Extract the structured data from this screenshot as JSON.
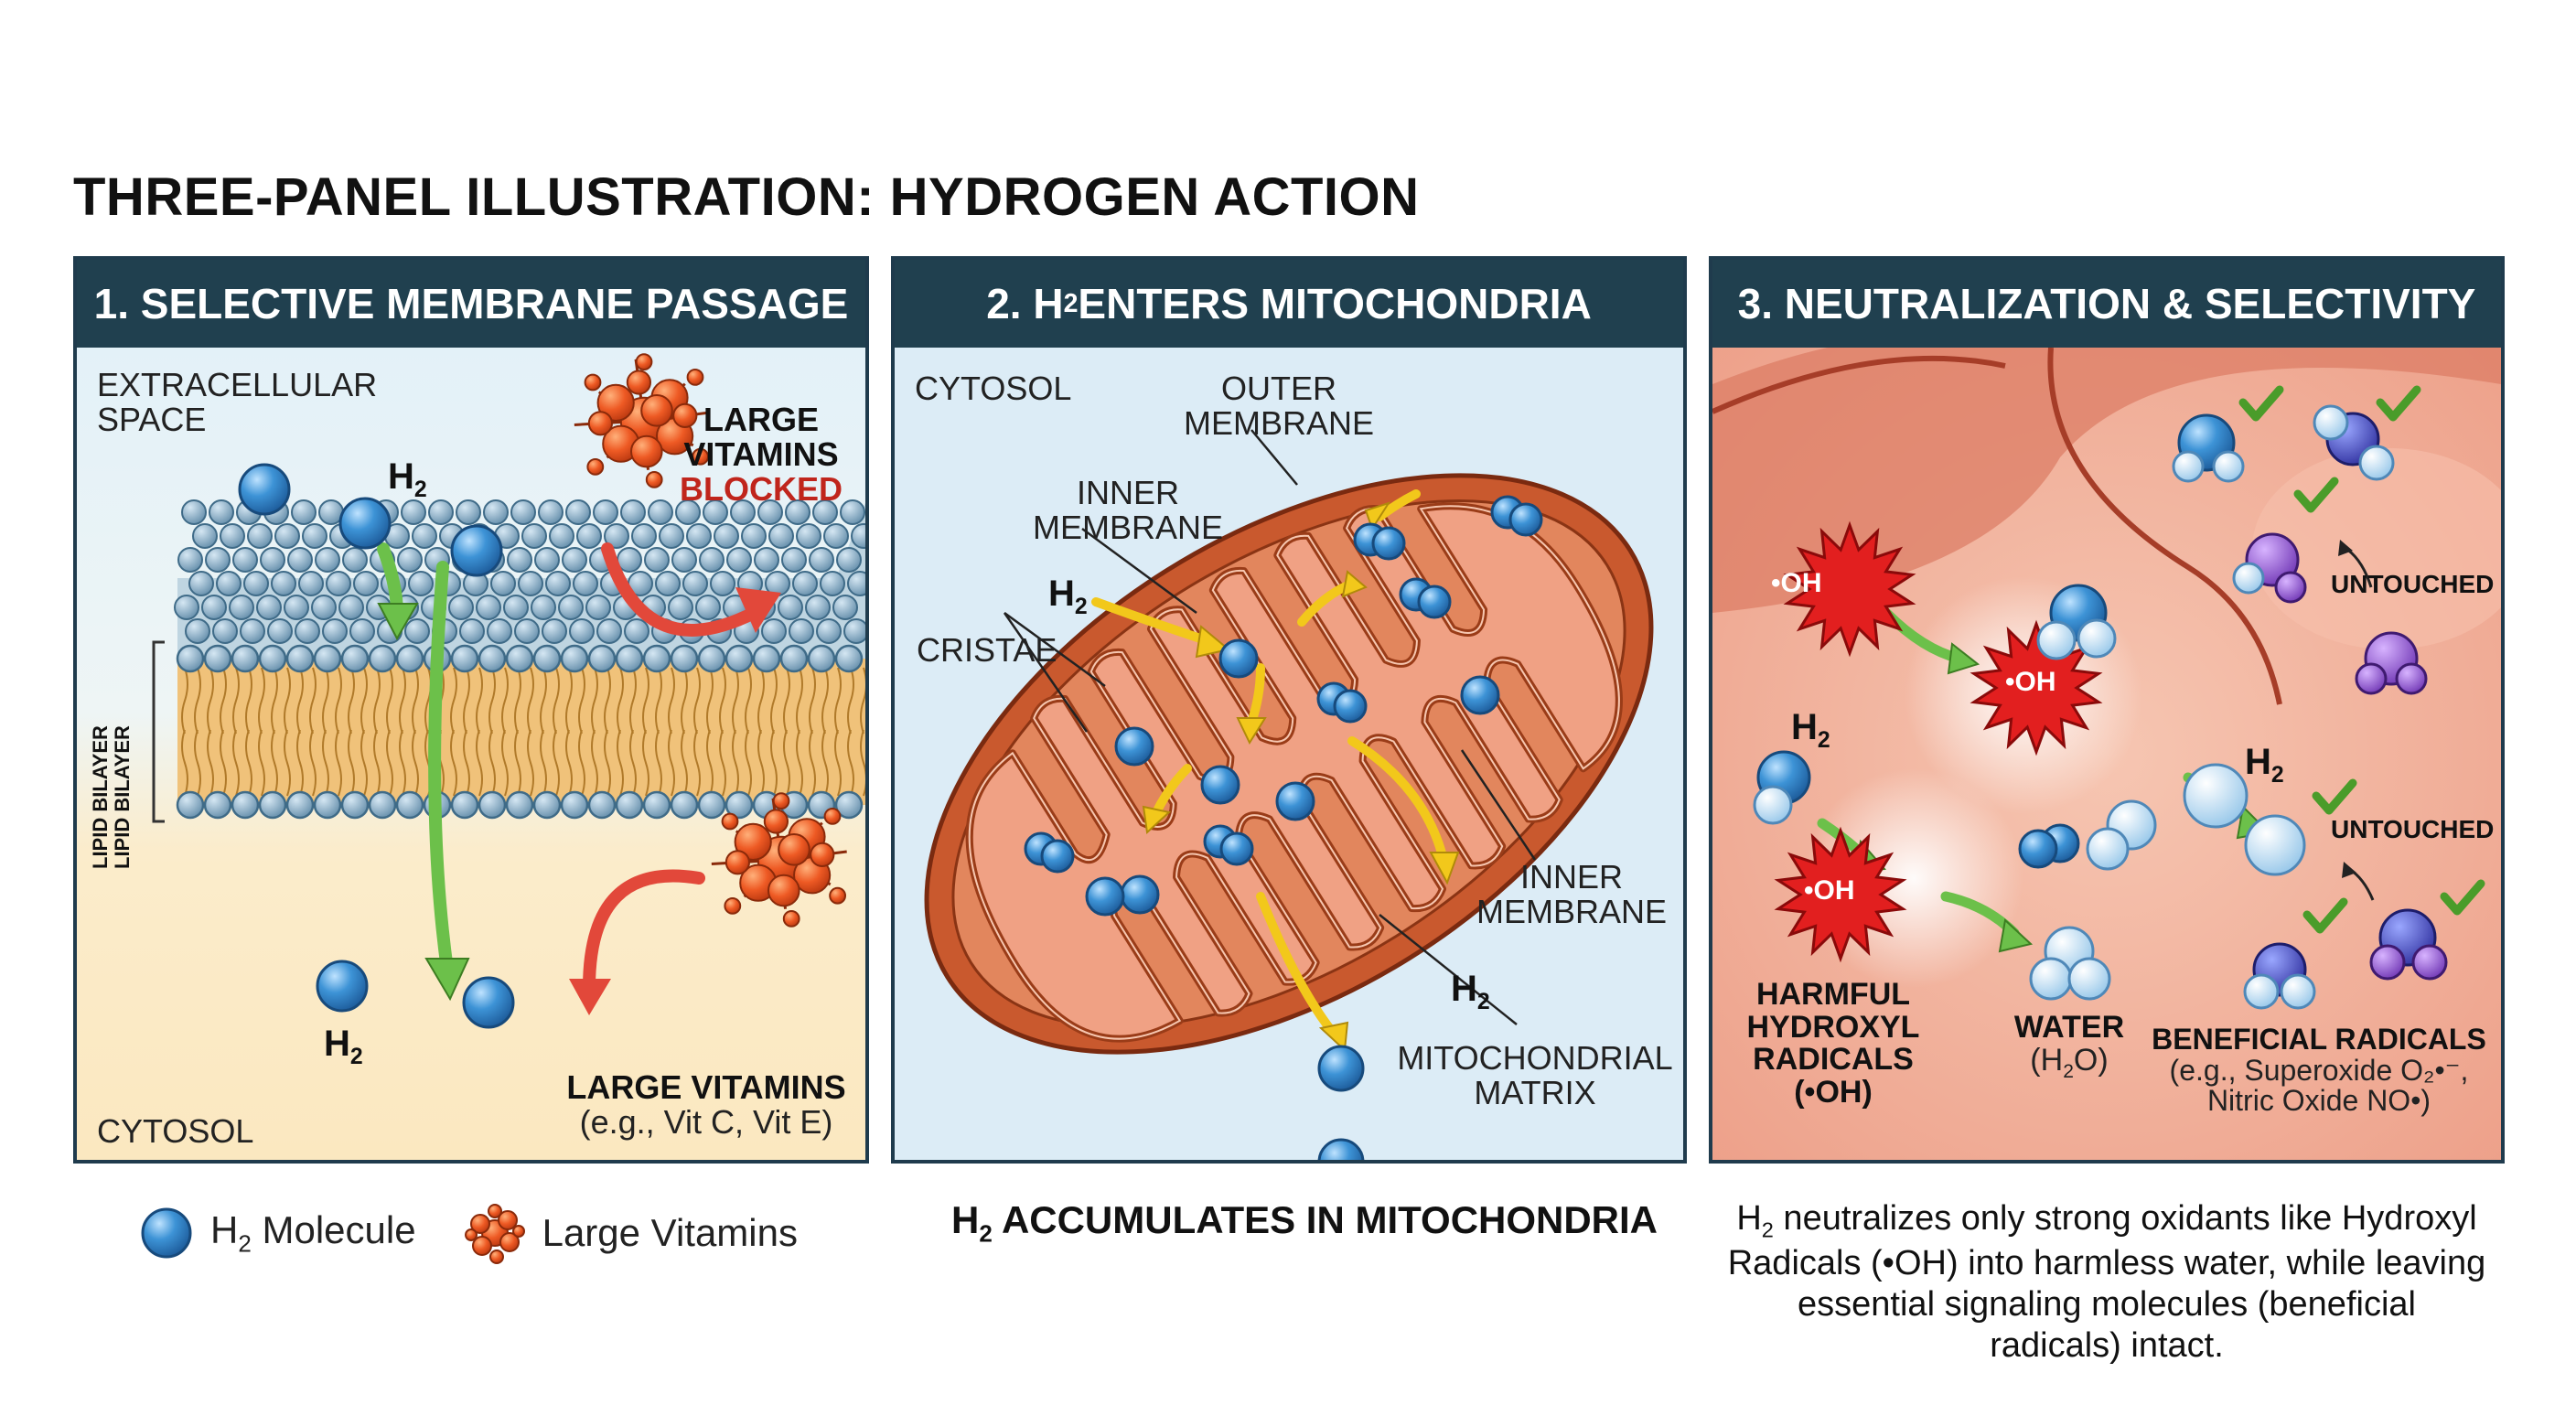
{
  "title": "THREE-PANEL ILLUSTRATION: HYDROGEN ACTION",
  "colors": {
    "header_bg": "#20404f",
    "h2_blue": "#2a7fc9",
    "vitamin_orange": "#e8531f",
    "arrow_green": "#6cc04a",
    "arrow_yellow": "#f2c81b",
    "radical_red": "#e21f1f"
  },
  "panel1": {
    "header": "1. SELECTIVE MEMBRANE PASSAGE",
    "extracellular_line1": "EXTRACELLULAR",
    "extracellular_line2": "SPACE",
    "h2": "H",
    "h2_sub": "2",
    "large_line1": "LARGE",
    "large_line2": "VITAMINS",
    "blocked": "BLOCKED",
    "lipid_bilayer": "LIPID BILAYER",
    "large_vitamins": "LARGE VITAMINS",
    "vitamin_examples": "(e.g., Vit C, Vit E)",
    "cytosol": "CYTOSOL"
  },
  "panel2": {
    "header_pre": "2. H",
    "header_sub": "2",
    "header_post": " ENTERS MITOCHONDRIA",
    "cytosol": "CYTOSOL",
    "outer_line1": "OUTER",
    "outer_line2": "MEMBRANE",
    "inner_line1": "INNER",
    "inner_line2": "MEMBRANE",
    "h2": "H",
    "h2_sub": "2",
    "cristae": "CRISTAE",
    "inner2_line1": "INNER",
    "inner2_line2": "MEMBRANE",
    "matrix_line1": "MITOCHONDRIAL",
    "matrix_line2": "MATRIX"
  },
  "panel3": {
    "header": "3. NEUTRALIZATION & SELECTIVITY",
    "oh": "•OH",
    "h2": "H",
    "h2_sub": "2",
    "untouched": "UNTOUCHED",
    "harmful_line1": "HARMFUL",
    "harmful_line2": "HYDROXYL",
    "harmful_line3": "RADICALS",
    "harmful_line4": "(•OH)",
    "water": "WATER",
    "water_formula_pre": "(H",
    "water_formula_sub": "2",
    "water_formula_post": "O)",
    "beneficial": "BENEFICIAL RADICALS",
    "beneficial_line2": "(e.g., Superoxide O₂•⁻,",
    "beneficial_line3": "Nitric Oxide NO•)"
  },
  "legend": {
    "h2_pre": "H",
    "h2_sub": "2",
    "h2_post": " Molecule",
    "vitamins": "Large Vitamins"
  },
  "caption2": {
    "pre": "H",
    "sub": "2",
    "post": " ACCUMULATES IN MITOCHONDRIA"
  },
  "caption3": {
    "line1_pre": "H",
    "line1_sub": "2",
    "line1_post": " neutralizes only strong oxidants like Hydroxyl",
    "line2": "Radicals (•OH) into harmless water, while leaving",
    "line3": "essential signaling molecules (beneficial",
    "line4": "radicals) intact."
  }
}
